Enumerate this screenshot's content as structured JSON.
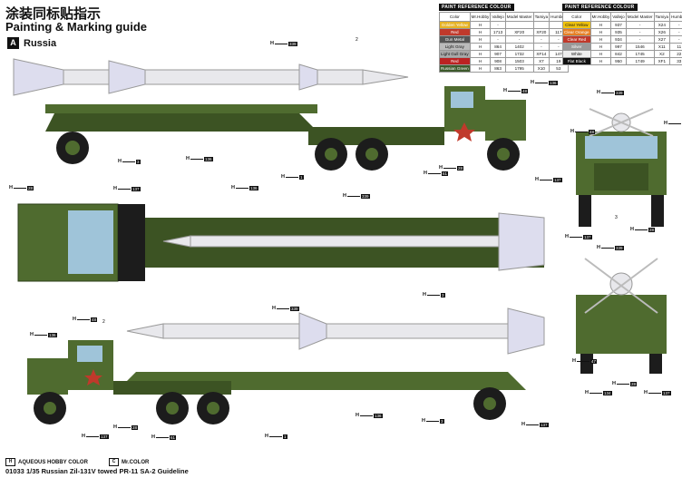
{
  "header": {
    "title_cn": "涂装同标贴指示",
    "title_en": "Painting & Marking guide"
  },
  "variant": {
    "letter": "A",
    "country": "Russia"
  },
  "paint_tables": [
    {
      "title": "PAINT REFERENCE COLOUR",
      "columns": [
        "Color",
        "Mr.Hobby",
        "Vallejo",
        "Model Master",
        "Tamiya",
        "Humbrol"
      ],
      "rows": [
        {
          "name": "Golden Yellow",
          "code": "H",
          "num": "",
          "vallejo": "-",
          "mm": "",
          "tamiya": "",
          "hum": "",
          "color": "#e6b325"
        },
        {
          "name": "Red",
          "code": "H",
          "num": "",
          "vallejo": "1713",
          "mm": "XF20",
          "tamiya": "XF20",
          "hum": "117",
          "color": "#c0392b"
        },
        {
          "name": "Gun Metal",
          "code": "H",
          "num": "",
          "vallejo": "-",
          "mm": "-",
          "tamiya": "-",
          "hum": "-",
          "color": "#555"
        },
        {
          "name": "Light Gray",
          "code": "H",
          "num": "",
          "vallejo": "864",
          "mm": "1402",
          "tamiya": "-",
          "hum": "-",
          "color": "#bbb"
        },
        {
          "name": "Light Gull Gray",
          "code": "H",
          "num": "",
          "vallejo": "907",
          "mm": "1732",
          "tamiya": "XF14",
          "hum": "147",
          "color": "#aaa"
        },
        {
          "name": "Red",
          "code": "H",
          "num": "",
          "vallejo": "908",
          "mm": "1503",
          "tamiya": "X7",
          "hum": "19",
          "color": "#b22"
        },
        {
          "name": "Russian Green",
          "code": "H",
          "num": "",
          "vallejo": "863",
          "mm": "1795",
          "tamiya": "X10",
          "hum": "53",
          "color": "#3d5a2c"
        }
      ]
    },
    {
      "title": "PAINT REFERENCE COLOUR",
      "columns": [
        "Color",
        "Mr.Hobby",
        "Vallejo",
        "Model Master",
        "Tamiya",
        "Humbrol"
      ],
      "rows": [
        {
          "name": "Clear Yellow",
          "code": "H",
          "num": "",
          "vallejo": "937",
          "mm": "-",
          "tamiya": "X24",
          "hum": "-",
          "color": "#f1c40f"
        },
        {
          "name": "Clear Orange",
          "code": "H",
          "num": "",
          "vallejo": "935",
          "mm": "-",
          "tamiya": "X26",
          "hum": "-",
          "color": "#e67e22"
        },
        {
          "name": "Clear Red",
          "code": "H",
          "num": "",
          "vallejo": "934",
          "mm": "-",
          "tamiya": "X27",
          "hum": "-",
          "color": "#c0392b"
        },
        {
          "name": "Silver",
          "code": "H",
          "num": "",
          "vallejo": "997",
          "mm": "1546",
          "tamiya": "X11",
          "hum": "11",
          "color": "#999"
        },
        {
          "name": "White",
          "code": "H",
          "num": "",
          "vallejo": "842",
          "mm": "1745",
          "tamiya": "X2",
          "hum": "22",
          "color": "#eee"
        },
        {
          "name": "Flat Black",
          "code": "H",
          "num": "",
          "vallejo": "950",
          "mm": "1749",
          "tamiya": "XF1",
          "hum": "33",
          "color": "#111"
        }
      ]
    }
  ],
  "callouts": [
    {
      "t": "H",
      "n": "339"
    },
    {
      "t": "H",
      "n": "48"
    },
    {
      "t": "H",
      "n": "136"
    },
    {
      "t": "H",
      "n": "3"
    },
    {
      "t": "H",
      "n": "136"
    },
    {
      "t": "H",
      "n": "1"
    },
    {
      "t": "H",
      "n": "61"
    },
    {
      "t": "H",
      "n": "28"
    },
    {
      "t": "H",
      "n": "137"
    },
    {
      "t": "H",
      "n": "28"
    },
    {
      "t": "H",
      "n": "137"
    },
    {
      "t": "H",
      "n": "136"
    },
    {
      "t": "H",
      "n": "339"
    },
    {
      "t": "H",
      "n": "3"
    },
    {
      "t": "H",
      "n": "48"
    },
    {
      "t": "H",
      "n": "136"
    },
    {
      "t": "H",
      "n": "339"
    },
    {
      "t": "H",
      "n": "28"
    },
    {
      "t": "H",
      "n": "137"
    },
    {
      "t": "H",
      "n": "61"
    },
    {
      "t": "H",
      "n": "136"
    },
    {
      "t": "H",
      "n": "3"
    },
    {
      "t": "H",
      "n": "1"
    },
    {
      "t": "H",
      "n": "137"
    },
    {
      "t": "H",
      "n": "339"
    },
    {
      "t": "H",
      "n": "48"
    },
    {
      "t": "H",
      "n": "136"
    },
    {
      "t": "H",
      "n": "28"
    },
    {
      "t": "H",
      "n": "137"
    },
    {
      "t": "H",
      "n": "339"
    },
    {
      "t": "H",
      "n": "47"
    },
    {
      "t": "H",
      "n": "134"
    },
    {
      "t": "H",
      "n": "28"
    },
    {
      "t": "H",
      "n": "137"
    }
  ],
  "refs": {
    "r1": "2",
    "r2": "3",
    "r3": "2"
  },
  "legend": {
    "aqueous": "AQUEOUS HOBBY COLOR",
    "mrcolor": "Mr.COLOR",
    "aq_mark": "H",
    "mr_mark": "C"
  },
  "footer": "01033  1/35  Russian Zil-131V towed PR-11 SA-2 Guideline",
  "colors": {
    "olive": "#4f6b2f",
    "olive_dark": "#3c5323",
    "missile": "#e8e8ec",
    "tire": "#1c1c1c",
    "window": "#9fc4d9"
  }
}
